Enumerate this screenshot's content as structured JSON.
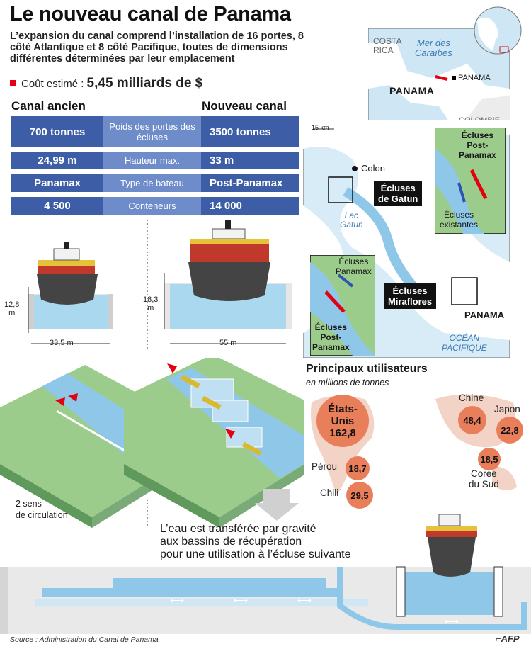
{
  "title": "Le nouveau canal de Panama",
  "intro": "L’expansion du canal comprend l’installation de 16 portes, 8 côté Atlantique et 8 côté Pacifique, toutes de dimensions différentes déterminées par leur emplacement",
  "cost": {
    "label": "Coût estimé :",
    "value": "5,45 milliards de $"
  },
  "comparison": {
    "old_header": "Canal ancien",
    "new_header": "Nouveau canal",
    "rows": [
      {
        "old": "700 tonnes",
        "metric": "Poids des portes des écluses",
        "new": "3500 tonnes"
      },
      {
        "old": "24,99 m",
        "metric": "Hauteur max.",
        "new": "33 m"
      },
      {
        "old": "Panamax",
        "metric": "Type de bateau",
        "new": "Post-Panamax"
      },
      {
        "old": "4 500",
        "metric": "Conteneurs",
        "new": "14 000"
      }
    ]
  },
  "lock_dims": {
    "old_depth": "12,8\nm",
    "old_width": "33,5 m",
    "new_depth": "18,3\nm",
    "new_width": "55 m"
  },
  "map": {
    "costa_rica": "COSTA\nRICA",
    "caribbean": "Mer des\nCaraïbes",
    "panama_top": "PANAMA",
    "panama_country": "PANAMA",
    "colombie": "COLOMBIE",
    "scale": "15 km",
    "colon": "Colon",
    "gatun_badge": "Écluses\nde Gatun",
    "lac_gatun": "Lac\nGatun",
    "post_panamax_top": "Écluses\nPost-\nPanamax",
    "existantes": "Écluses\nexistantes",
    "panamax_bottom": "Écluses\nPanamax",
    "post_panamax_bottom": "Écluses\nPost-\nPanamax",
    "miraflores_badge": "Écluses\nMiraflores",
    "panama_city": "PANAMA",
    "ocean": "OCÉAN\nPACIFIQUE"
  },
  "users": {
    "title": "Principaux utilisateurs",
    "subtitle": "en millions de tonnes",
    "items": [
      {
        "country": "États-\nUnis",
        "value": "162,8"
      },
      {
        "country": "Chine",
        "value": "48,4"
      },
      {
        "country": "Japon",
        "value": "22,8"
      },
      {
        "country": "Pérou",
        "value": "18,7"
      },
      {
        "country": "Corée\ndu Sud",
        "value": "18,5"
      },
      {
        "country": "Chili",
        "value": "29,5"
      }
    ]
  },
  "circulation_label": "2 sens\nde circulation",
  "water_text": "L’eau est transférée par gravité\naux bassins de récupération\npour une utilisation à l’écluse suivante",
  "source": "Source : Administration du Canal de Panama",
  "agency": "AFP",
  "colors": {
    "bar_dark": "#3d5ea6",
    "bar_light": "#6d8cc9",
    "water": "#8fc7e8",
    "land": "#8bc48a",
    "accent_red": "#e3000f",
    "bubble": "#e87f5a"
  }
}
